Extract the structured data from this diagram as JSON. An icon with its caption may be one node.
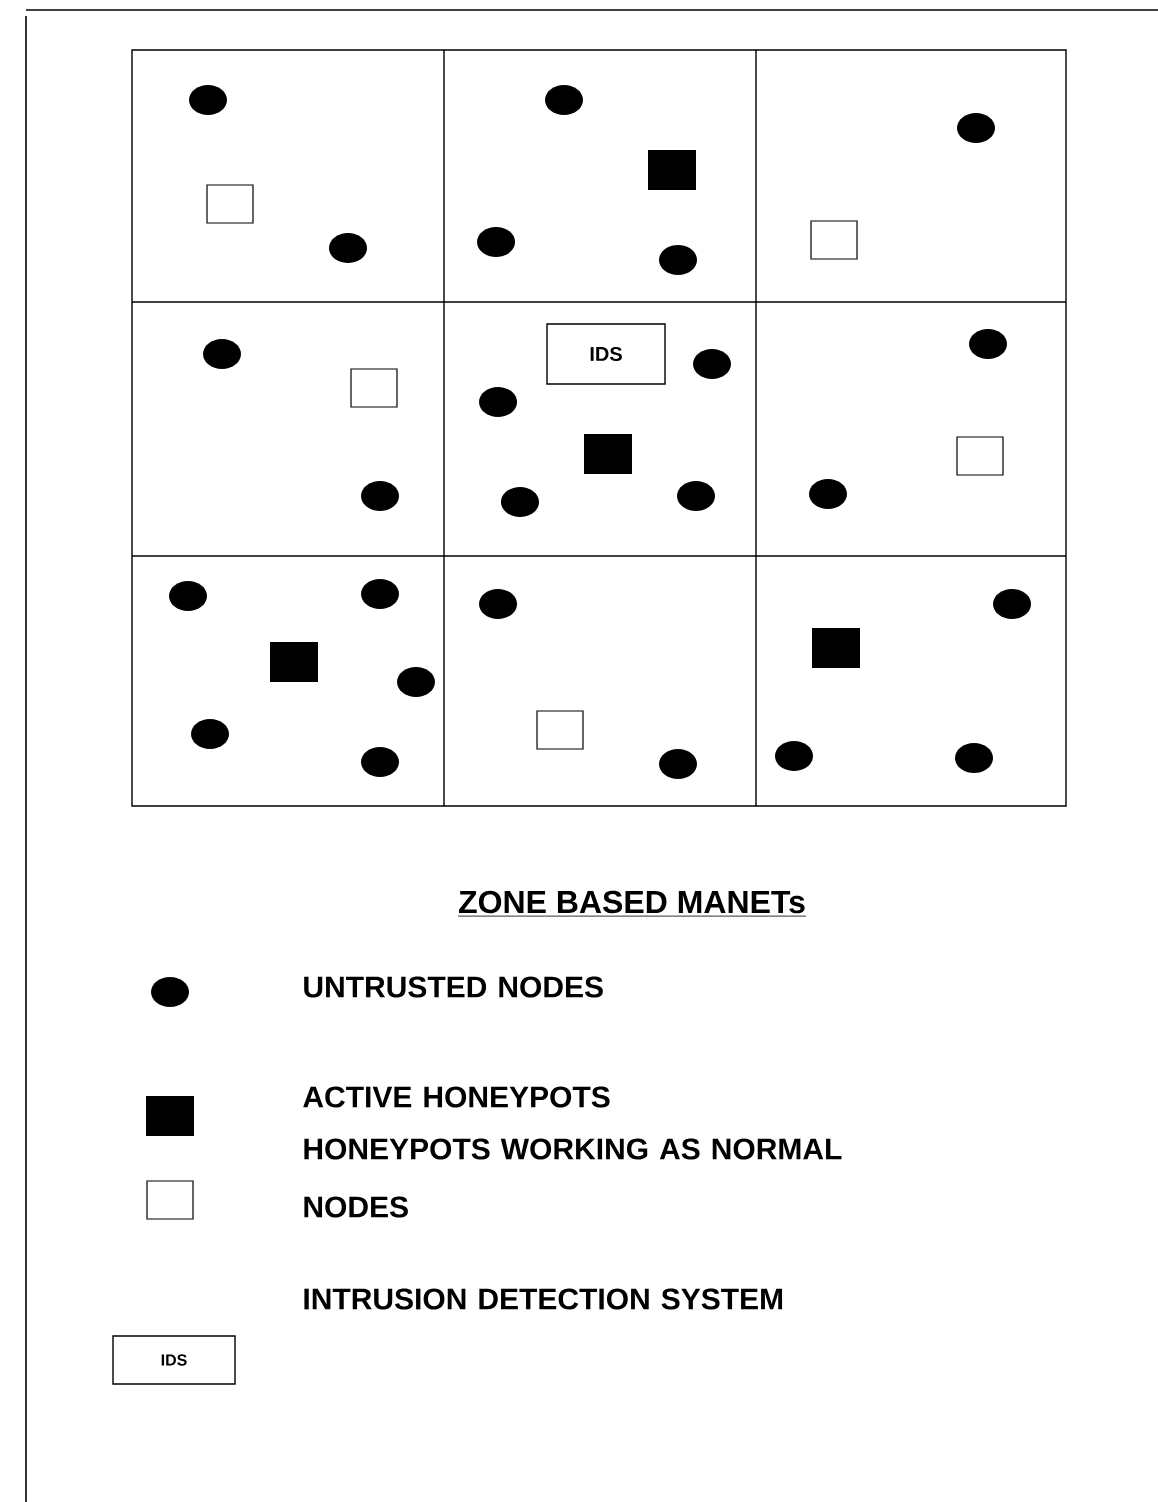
{
  "diagram": {
    "title": "ZONE BASED MANETs",
    "nodes": [
      {
        "text": [
          "IDS"
        ]
      },
      {
        "text": [
          "IDS"
        ]
      }
    ],
    "legend": [
      {
        "text": "UNTRUSTED NODES"
      },
      {
        "text": "ACTIVE HONEYPOTS"
      },
      {
        "text": "HONEYPOTS WORKING AS NORMAL NODES"
      },
      {
        "text": "INTRUSION DETECTION SYSTEM"
      }
    ]
  }
}
